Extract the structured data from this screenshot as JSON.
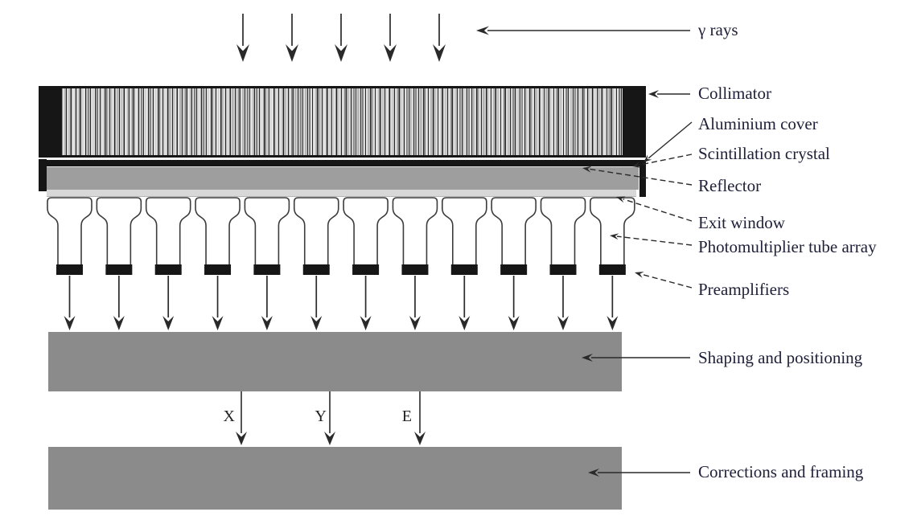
{
  "labels": {
    "gamma_rays": "γ rays",
    "collimator": "Collimator",
    "aluminium_cover": "Aluminium cover",
    "scintillation_crystal": "Scintillation crystal",
    "reflector": "Reflector",
    "exit_window": "Exit window",
    "photomultiplier_tube_array": "Photomultiplier tube array",
    "preamplifiers": "Preamplifiers",
    "shaping_and_positioning": "Shaping and positioning",
    "corrections_and_framing": "Corrections and framing"
  },
  "signals": {
    "x": "X",
    "y": "Y",
    "e": "E"
  },
  "counts": {
    "gamma_ray_arrows": 5,
    "photomultiplier_tubes": 12,
    "preamplifiers": 12,
    "pmt_output_arrows": 12,
    "signal_output_arrows": 3
  },
  "colors": {
    "ink": "#2a2a2a",
    "black": "#161616",
    "label_text": "#20203a",
    "crystal_gray": "#9e9e9e",
    "exit_window_gray": "#d8d8d8",
    "block_gray": "#8b8b8b"
  }
}
